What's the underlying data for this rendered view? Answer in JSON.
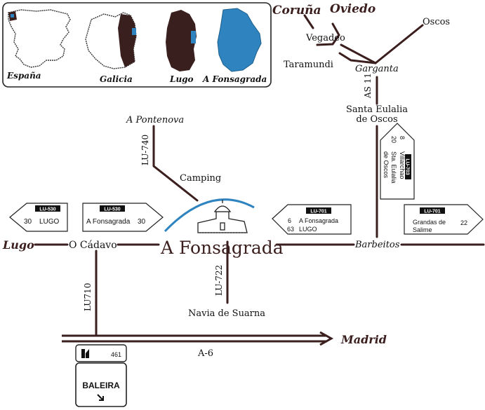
{
  "colors": {
    "road": "#3b1e1e",
    "highlight_fill": "#2f84c0",
    "lugo_fill": "#3a1f1f",
    "sign_black": "#111111",
    "arc": "#2f84c0"
  },
  "locator_maps": {
    "espana": "España",
    "galicia": "Galicia",
    "lugo": "Lugo",
    "fonsagrada": "A Fonsagrada"
  },
  "places": {
    "coruna": "Coruña",
    "oviedo": "Oviedo",
    "vegadeo": "Vegadeo",
    "oscos": "Oscos",
    "taramundi": "Taramundi",
    "garganta": "Garganta",
    "santa_eulalia_1": "Santa Eulalia",
    "santa_eulalia_2": "de Oscos",
    "a_pontenova": "A Pontenova",
    "camping": "Camping",
    "lugo": "Lugo",
    "o_cadavo": "O Cádavo",
    "a_fonsagrada": "A Fonsagrada",
    "barbeitos": "Barbeitos",
    "navia_de_suarna": "Navia de Suarna",
    "madrid": "Madrid"
  },
  "roads": {
    "as11": "AS 11",
    "lu740": "LU-740",
    "lu722": "LU-722",
    "lu710": "LU710",
    "a6": "A-6"
  },
  "signs": {
    "lugo_sign": {
      "road": "LU-530",
      "dist": "30",
      "dest": "LUGO"
    },
    "fonsagrada_sign": {
      "road": "LU-530",
      "dest": "A Fonsagrada",
      "dist": "30"
    },
    "lu701_left": {
      "road": "LU-701",
      "row1_dist": "6",
      "row1_dest": "A Fonsagrada",
      "row2_dist": "63",
      "row2_dest": "LUGO"
    },
    "lu701_right": {
      "road": "LU-701",
      "dest1": "Grandas de",
      "dest2": "Salime",
      "dist": "22"
    },
    "lu703": {
      "road": "LU-703",
      "d1": "8",
      "dest1": "Villarchao",
      "d2": "20",
      "dest2a": "Sta. Eulalia",
      "dest2b": "de Oscos"
    },
    "exit": {
      "number": "461"
    },
    "baleira": {
      "label": "BALEIRA"
    }
  }
}
